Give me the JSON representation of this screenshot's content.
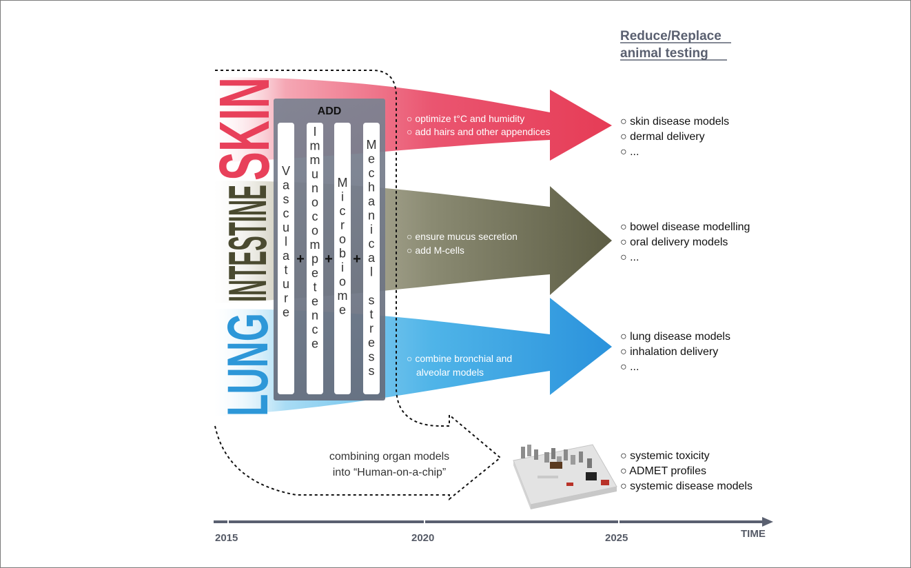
{
  "header": {
    "line1": "Reduce/Replace",
    "line2": "animal testing"
  },
  "organs": {
    "skin": "SKIN",
    "intestine": "INTESTINE",
    "lung": "LUNG"
  },
  "colors": {
    "skin": "#e8405a",
    "intestine": "#5f5f45",
    "lung": "#2c9be0",
    "add_panel": "#6f7786",
    "axis": "#5a6070"
  },
  "add_panel": {
    "title": "ADD",
    "pills": [
      "Vasculature",
      "Immunocompetence",
      "Microbiome",
      "Mechanical stress"
    ],
    "plus": "+"
  },
  "arrows": {
    "skin_notes": [
      "○ optimize t°C and humidity",
      "○ add hairs and other appendices"
    ],
    "intestine_notes": [
      "○ ensure mucus secretion",
      "○ add M-cells"
    ],
    "lung_notes": [
      "○ combine bronchial and",
      "alveolar models"
    ]
  },
  "outcomes": {
    "skin": [
      "○ skin disease models",
      "○ dermal delivery",
      "○ ..."
    ],
    "intestine": [
      "○ bowel disease modelling",
      "○ oral delivery models",
      "○ ..."
    ],
    "lung": [
      "○ lung disease models",
      "○ inhalation delivery",
      "○ ..."
    ],
    "chip": [
      "○ systemic toxicity",
      "○ ADMET profiles",
      "○ systemic disease models"
    ]
  },
  "combining": {
    "line1": "combining organ models",
    "line2": "into “Human-on-a-chip”"
  },
  "timeline": {
    "years": [
      "2015",
      "2020",
      "2025"
    ],
    "label": "TIME"
  }
}
